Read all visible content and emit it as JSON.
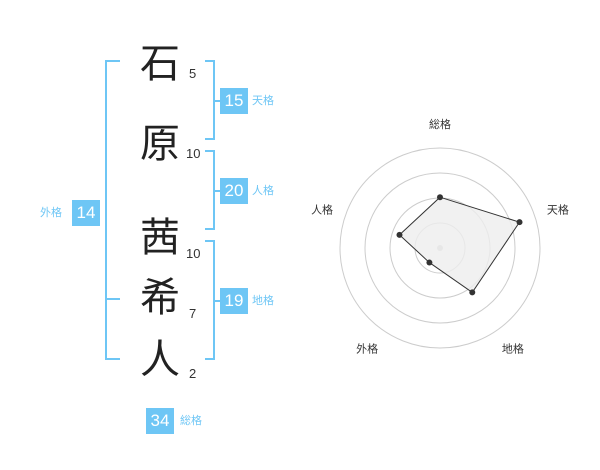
{
  "name": {
    "chars": [
      {
        "char": "石",
        "strokes": "5"
      },
      {
        "char": "原",
        "strokes": "10"
      },
      {
        "char": "茜",
        "strokes": "10"
      },
      {
        "char": "希",
        "strokes": "7"
      },
      {
        "char": "人",
        "strokes": "2"
      }
    ]
  },
  "kakusu": {
    "tenkaku": {
      "value": "15",
      "label": "天格"
    },
    "jinkaku": {
      "value": "20",
      "label": "人格"
    },
    "chikaku": {
      "value": "19",
      "label": "地格"
    },
    "gaikaku": {
      "value": "14",
      "label": "外格"
    },
    "soukaku": {
      "value": "34",
      "label": "総格"
    }
  },
  "radar": {
    "axes": [
      "総格",
      "天格",
      "地格",
      "外格",
      "人格"
    ],
    "values": [
      0.4,
      0.8,
      0.45,
      0.0,
      0.3
    ],
    "rings": 4,
    "line_color": "#333333",
    "fill_color": "#eeeeee",
    "ring_color": "#cccccc"
  },
  "colors": {
    "accent": "#6ec6f5"
  }
}
